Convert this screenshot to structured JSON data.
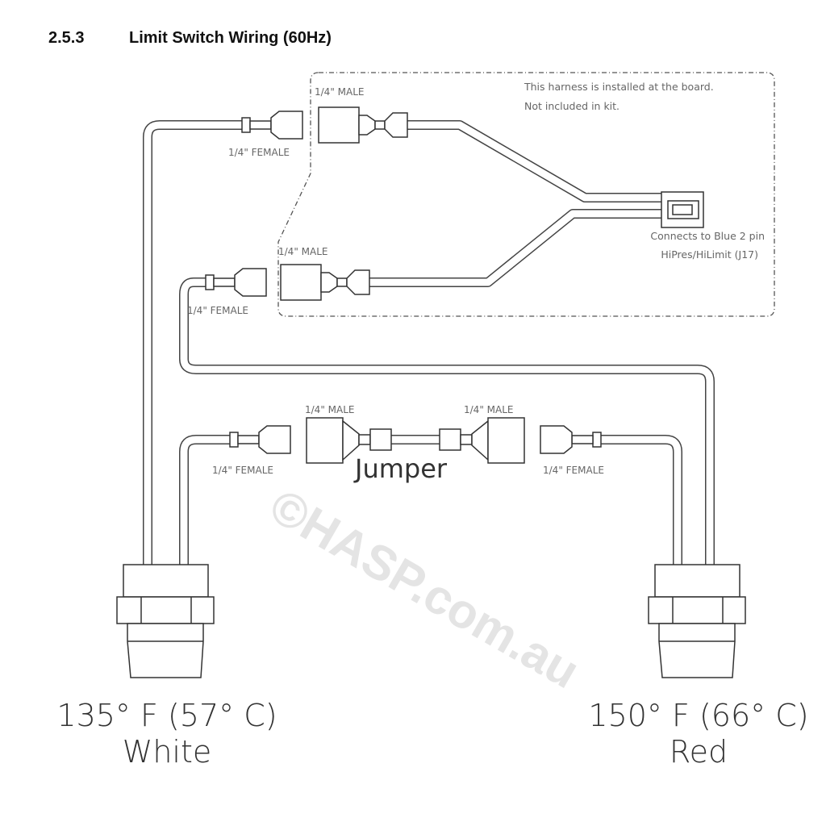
{
  "header": {
    "section_number": "2.5.3",
    "title": "Limit Switch Wiring (60Hz)"
  },
  "harness_note": {
    "line1": "This harness is installed at the board.",
    "line2": "Not included in kit."
  },
  "board_note": {
    "line1": "Connects to Blue 2 pin",
    "line2": "HiPres/HiLimit (J17)"
  },
  "labels": {
    "male": "1/4\" MALE",
    "female": "1/4\" FEMALE",
    "jumper": "Jumper"
  },
  "switches": [
    {
      "temp": "135° F (57° C)",
      "color": "White"
    },
    {
      "temp": "150° F (66° C)",
      "color": "Red"
    }
  ],
  "watermark": "©HASP.com.au"
}
